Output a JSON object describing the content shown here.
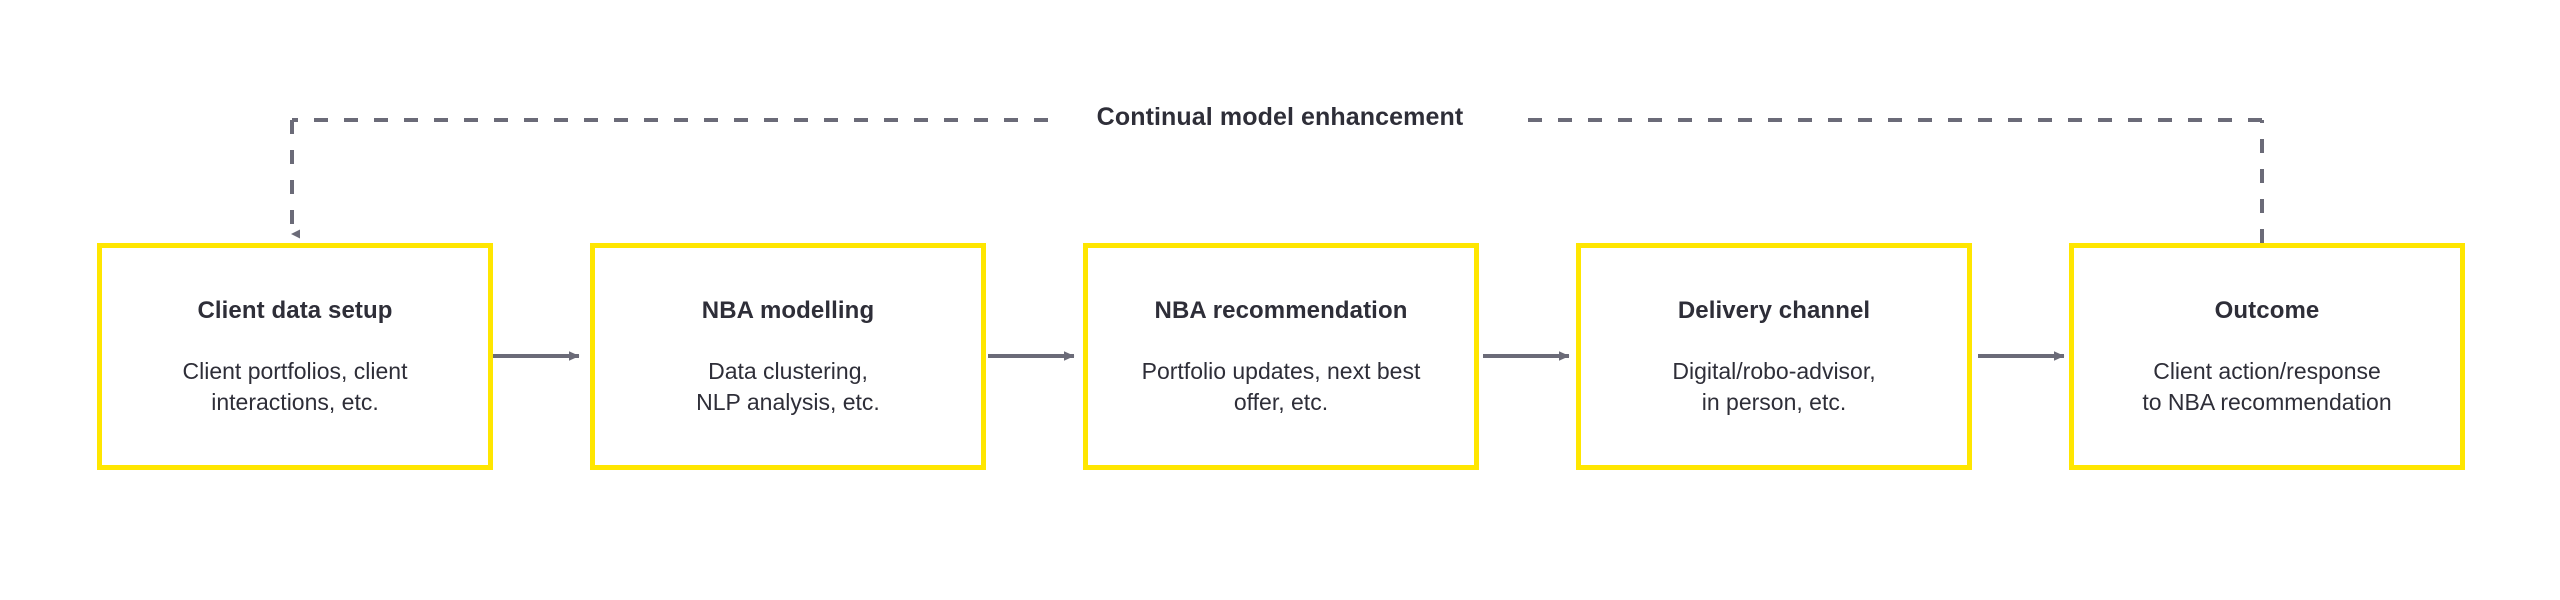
{
  "diagram": {
    "type": "process-flow",
    "title_text": "Continual model enhancement",
    "colors": {
      "box_border": "#FFE600",
      "text": "#2E2E38",
      "connector": "#6B6B78",
      "background": "#FFFFFF"
    },
    "feedback_loop": {
      "label": "Continual model enhancement",
      "style": "dashed",
      "from_stage": "Outcome",
      "to_stage": "Client data setup",
      "color": "#6B6B78"
    },
    "stages": [
      {
        "id": "client-data-setup",
        "title": "Client data setup",
        "description": "Client portfolios, client\ninteractions, etc."
      },
      {
        "id": "nba-modelling",
        "title": "NBA modelling",
        "description": "Data clustering,\nNLP analysis, etc."
      },
      {
        "id": "nba-recommendation",
        "title": "NBA recommendation",
        "description": "Portfolio updates, next best\noffer, etc."
      },
      {
        "id": "delivery-channel",
        "title": "Delivery channel",
        "description": "Digital/robo-advisor,\nin person, etc."
      },
      {
        "id": "outcome",
        "title": "Outcome",
        "description": "Client action/response\nto NBA recommendation"
      }
    ],
    "connectors": [
      {
        "from": "client-data-setup",
        "to": "nba-modelling",
        "style": "solid-arrow"
      },
      {
        "from": "nba-modelling",
        "to": "nba-recommendation",
        "style": "solid-arrow"
      },
      {
        "from": "nba-recommendation",
        "to": "delivery-channel",
        "style": "solid-arrow"
      },
      {
        "from": "delivery-channel",
        "to": "outcome",
        "style": "solid-arrow"
      }
    ]
  }
}
